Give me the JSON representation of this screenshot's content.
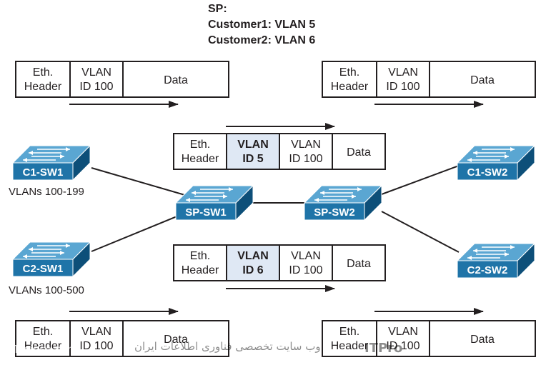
{
  "sp_header": {
    "title": "SP:",
    "customer1": "Customer1: VLAN 5",
    "customer2": "Customer2: VLAN 6"
  },
  "frame_labels": {
    "eth_line1": "Eth.",
    "eth_line2": "Header",
    "vlan_line1": "VLAN",
    "data": "Data",
    "inner_vlan_line2": "ID 100",
    "outer_vlan_c1_line2": "ID 5",
    "outer_vlan_c2_line2": "ID 6"
  },
  "switches": {
    "c1_sw1": "C1-SW1",
    "c2_sw1": "C2-SW1",
    "sp_sw1": "SP-SW1",
    "sp_sw2": "SP-SW2",
    "c1_sw2": "C1-SW2",
    "c2_sw2": "C2-SW2"
  },
  "vlan_ranges": {
    "c1_sw1": "VLANs 100-199",
    "c2_sw1": "VLANs 100-500"
  },
  "watermark": {
    "left": "Tosinso.com",
    "center": "وب سایت تخصصی فناوری اطلاعات ایران",
    "right": "ITPro"
  },
  "colors": {
    "switch_face": "#1f74a8",
    "switch_top": "#5aa6d2",
    "switch_side": "#0d4f79",
    "outer_tag_fill": "#dfe8f4",
    "ink": "#231f20"
  }
}
